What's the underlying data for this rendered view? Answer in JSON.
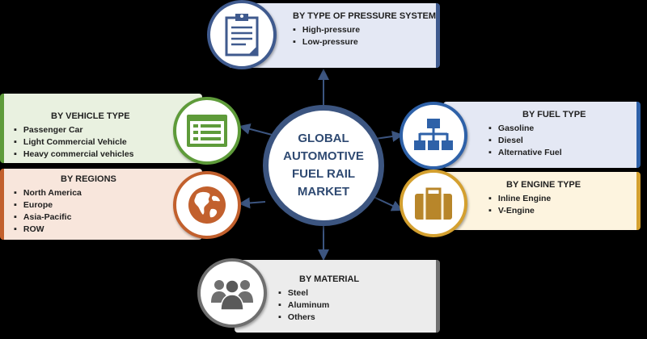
{
  "center": {
    "title": "GLOBAL\nAUTOMOTIVE\nFUEL RAIL\nMARKET"
  },
  "segments": {
    "pressure": {
      "title": "BY TYPE OF PRESSURE SYSTEM",
      "items": [
        "High-pressure",
        "Low-pressure"
      ],
      "icon": "clipboard-icon",
      "color": "#3f5a8e"
    },
    "vehicle": {
      "title": "BY VEHICLE TYPE",
      "items": [
        "Passenger Car",
        "Light Commercial Vehicle",
        "Heavy commercial vehicles"
      ],
      "icon": "list-window-icon",
      "color": "#5e9b3a"
    },
    "regions": {
      "title": "BY REGIONS",
      "items": [
        "North America",
        "Europe",
        "Asia-Pacific",
        "ROW"
      ],
      "icon": "globe-icon",
      "color": "#c2602d"
    },
    "fuel": {
      "title": "BY FUEL TYPE",
      "items": [
        "Gasoline",
        "Diesel",
        "Alternative Fuel"
      ],
      "icon": "hierarchy-icon",
      "color": "#2e61a8"
    },
    "engine": {
      "title": "BY ENGINE TYPE",
      "items": [
        "Inline Engine",
        "V-Engine"
      ],
      "icon": "briefcase-icon",
      "color": "#d4a02f"
    },
    "material": {
      "title": "BY  MATERIAL",
      "items": [
        "Steel",
        "Aluminum",
        "Others"
      ],
      "icon": "people-group-icon",
      "color": "#6f6f6f"
    }
  }
}
